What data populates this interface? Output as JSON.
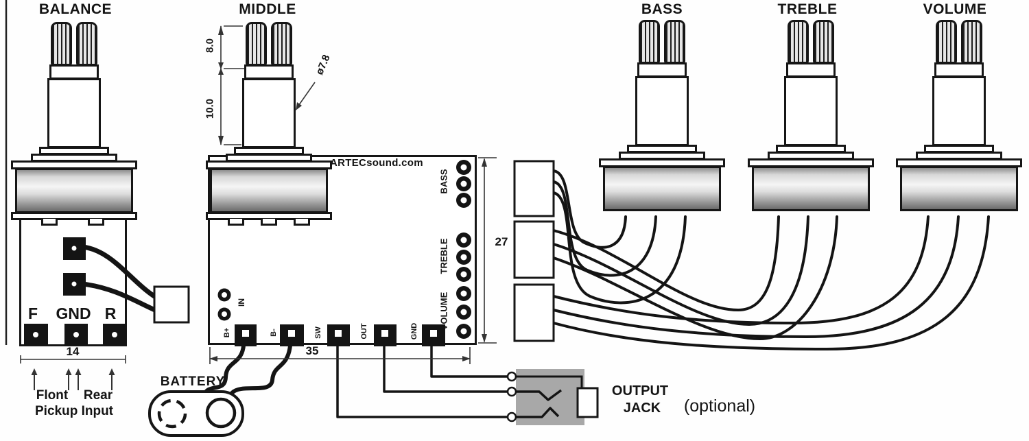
{
  "pots": {
    "balance": "BALANCE",
    "middle": "MIDDLE",
    "bass": "BASS",
    "treble": "TREBLE",
    "volume": "VOLUME"
  },
  "pcb": {
    "brand": "ARTECsound.com",
    "bass": "BASS",
    "treble": "TREBLE",
    "volume": "VOLUME",
    "in": "IN",
    "b_plus": "B+",
    "b_minus": "B-",
    "sw": "SW",
    "out": "OUT",
    "gnd": "GND"
  },
  "balance_pot": {
    "f": "F",
    "gnd": "GND",
    "r": "R",
    "front": "Flont",
    "rear": "Rear",
    "caption": "Pickup Input"
  },
  "dims": {
    "knurl": "8.0",
    "shaft": "10.0",
    "diameter": "ø7.8",
    "balance_width": "14",
    "board_width": "35",
    "board_height": "27"
  },
  "battery": {
    "label": "BATTERY"
  },
  "jack": {
    "line1": "OUTPUT",
    "line2": "JACK",
    "note": "(optional)"
  },
  "colors": {
    "ink": "#161616",
    "jack_gray": "#a8a8a8",
    "background": "#fefefe"
  }
}
